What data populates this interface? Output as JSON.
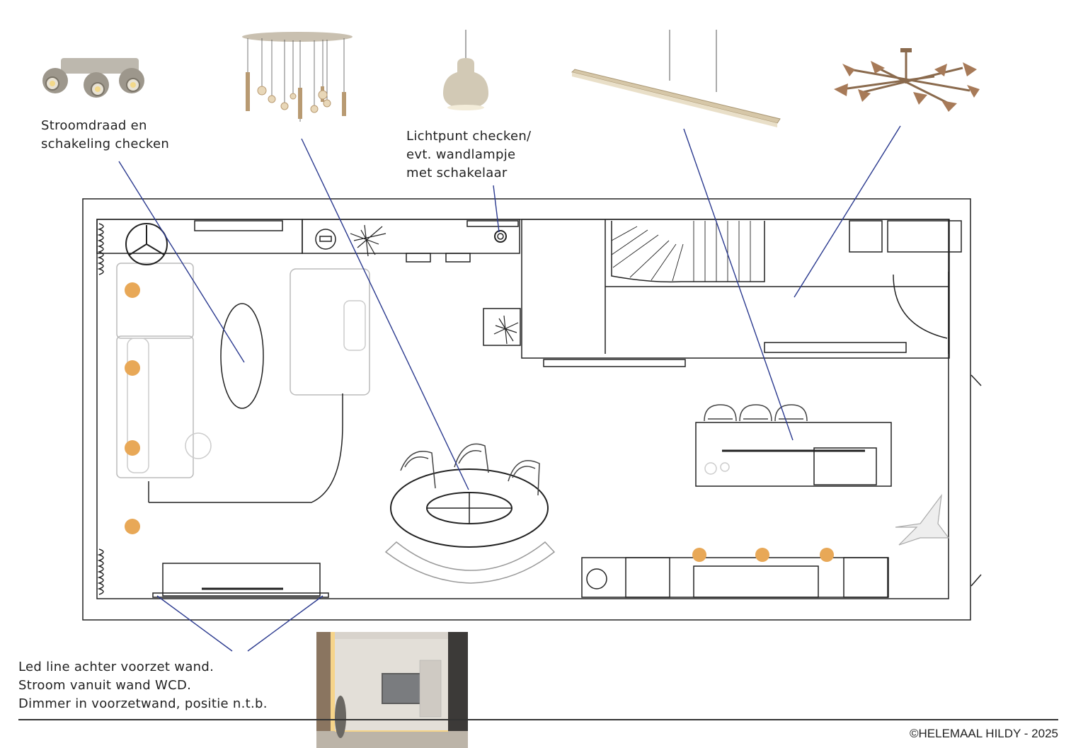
{
  "annotations": {
    "spots": "Stroomdraad en\nschakeling checken",
    "wall_light": "Lichtpunt checken/\nevt. wandlampje\nmet schakelaar",
    "led_line": "Led line achter voorzet wand.\nStroom vanuit wand WCD.\nDimmer in voorzetwand, positie n.t.b."
  },
  "credit": "©HELEMAAL HILDY - 2025",
  "fixtures": [
    {
      "name": "triple-ceiling-spot",
      "type": "ceiling spotlight"
    },
    {
      "name": "cluster-pendant",
      "type": "pendant cluster"
    },
    {
      "name": "single-pendant",
      "type": "pendant"
    },
    {
      "name": "linear-pendant",
      "type": "linear pendant"
    },
    {
      "name": "multi-arm-chandelier",
      "type": "chandelier"
    }
  ],
  "colors": {
    "leader_line": "#2b3a8f",
    "light_point": "#e8a857",
    "wall": "#222222",
    "fixture_beige": "#cfc5b3",
    "fixture_brass": "#b89a72"
  }
}
